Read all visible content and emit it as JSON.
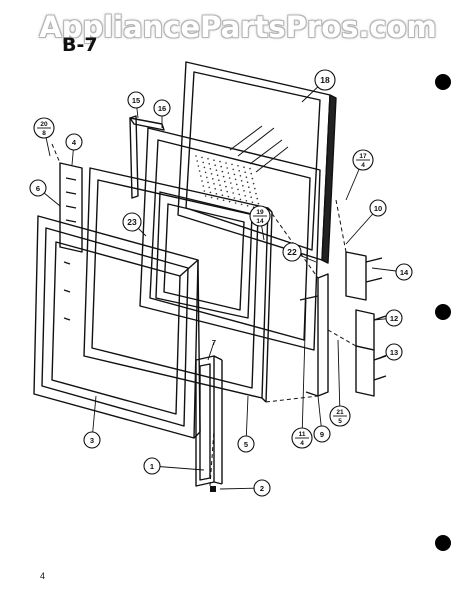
{
  "watermark": "AppliancePartsPros.com",
  "section_label": "B-7",
  "page_number": "4",
  "callouts": [
    "18",
    "15",
    "16",
    "20/8",
    "4",
    "17/4",
    "6",
    "23",
    "19/14",
    "10",
    "22",
    "14",
    "12",
    "7",
    "13",
    "21/5",
    "3",
    "5",
    "11/4",
    "9",
    "1",
    "2"
  ]
}
